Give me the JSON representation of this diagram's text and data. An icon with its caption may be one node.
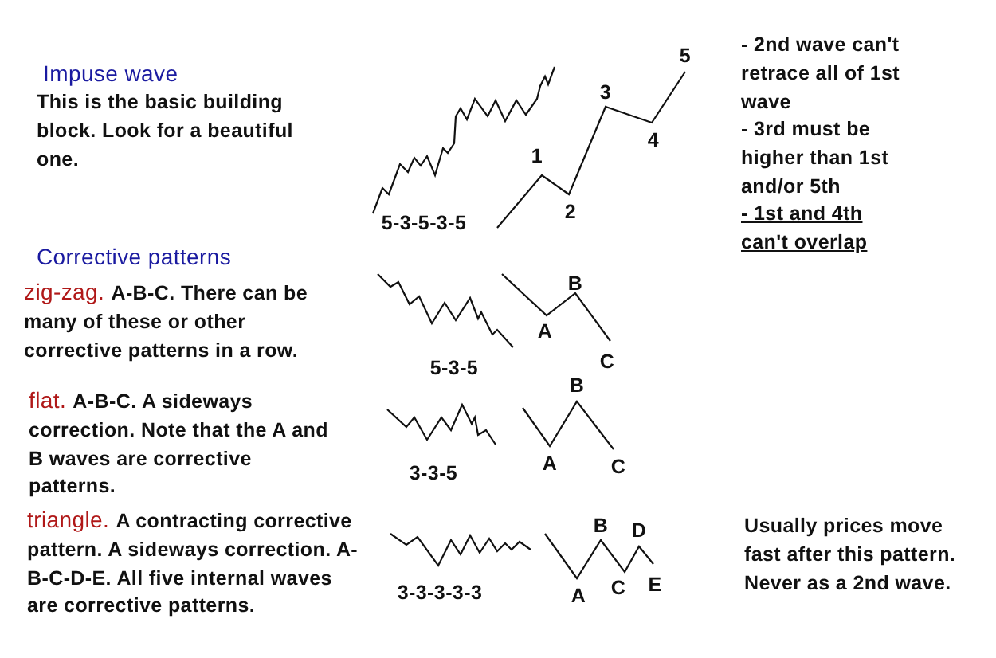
{
  "diagram": {
    "labels": [
      "Impuse wave",
      "This is the basic building block. Look for a beautiful one.",
      "5-3-5-3-5",
      "1",
      "2",
      "3",
      "4",
      "5",
      "- 2nd wave can't retrace all of 1st wave",
      "- 3rd must be higher than 1st and/or 5th",
      "- 1st and 4th can't overlap",
      "Corrective patterns",
      "zig-zag.",
      "A-B-C. There can be many of these or other corrective patterns in a row.",
      "5-3-5",
      "B",
      "A",
      "C",
      "flat.",
      "A-B-C. A sideways correction. Note that the A and B waves are corrective patterns.",
      "3-3-5",
      "B",
      "A",
      "C",
      "triangle.",
      "A contracting corrective pattern. A sideways correction. A-B-C-D-E. All five internal waves are corrective patterns.",
      "3-3-3-3-3",
      "B",
      "D",
      "A",
      "C",
      "E",
      "Usually prices move fast after this pattern. Never as a 2nd wave."
    ]
  }
}
